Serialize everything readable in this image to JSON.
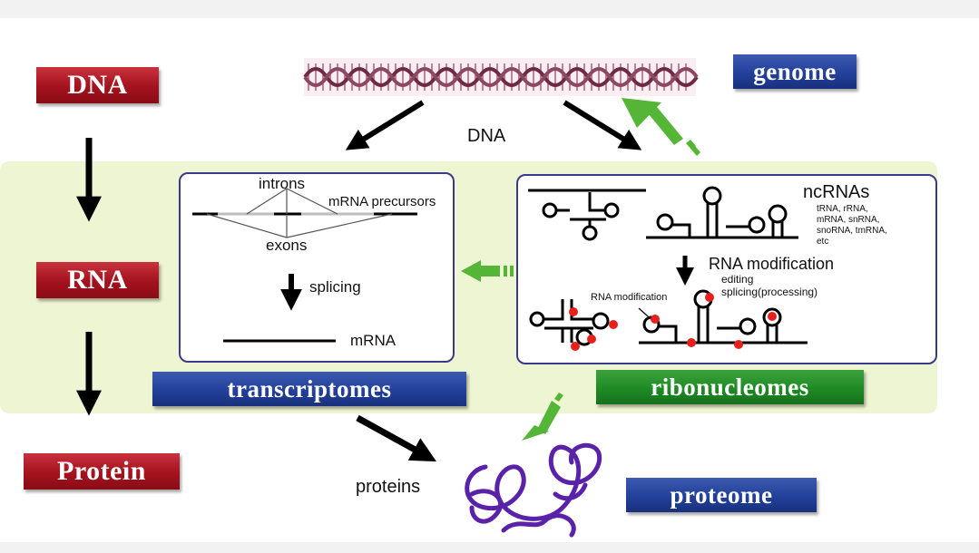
{
  "left_flow": {
    "dna": "DNA",
    "rna": "RNA",
    "protein": "Protein"
  },
  "categories": {
    "genome": "genome",
    "transcriptomes": "transcriptomes",
    "ribonucleomes": "ribonucleomes",
    "proteome": "proteome"
  },
  "top": {
    "dna_label": "DNA"
  },
  "left_panel": {
    "introns": "introns",
    "mrna_precursors": "mRNA precursors",
    "exons": "exons",
    "splicing": "splicing",
    "mrna": "mRNA"
  },
  "right_panel": {
    "ncrnas": "ncRNAs",
    "ncrna_types": [
      "tRNA, rRNA,",
      "mRNA, snRNA,",
      "snoRNA, tmRNA,",
      "etc"
    ],
    "rna_modification": "RNA modification",
    "editing": "editing",
    "splicing_processing": "splicing(processing)",
    "rna_modification_small": "RNA modification"
  },
  "bottom": {
    "proteins": "proteins"
  },
  "colors": {
    "red_label": "#a3121e",
    "blue_label": "#23409a",
    "green_label": "#1f8a25",
    "band": "#eef5d2",
    "panel_border": "#3c3a88",
    "protein_coil": "#5a22a8",
    "green_arrow": "#55b536",
    "modification_dot": "#e8201c"
  }
}
